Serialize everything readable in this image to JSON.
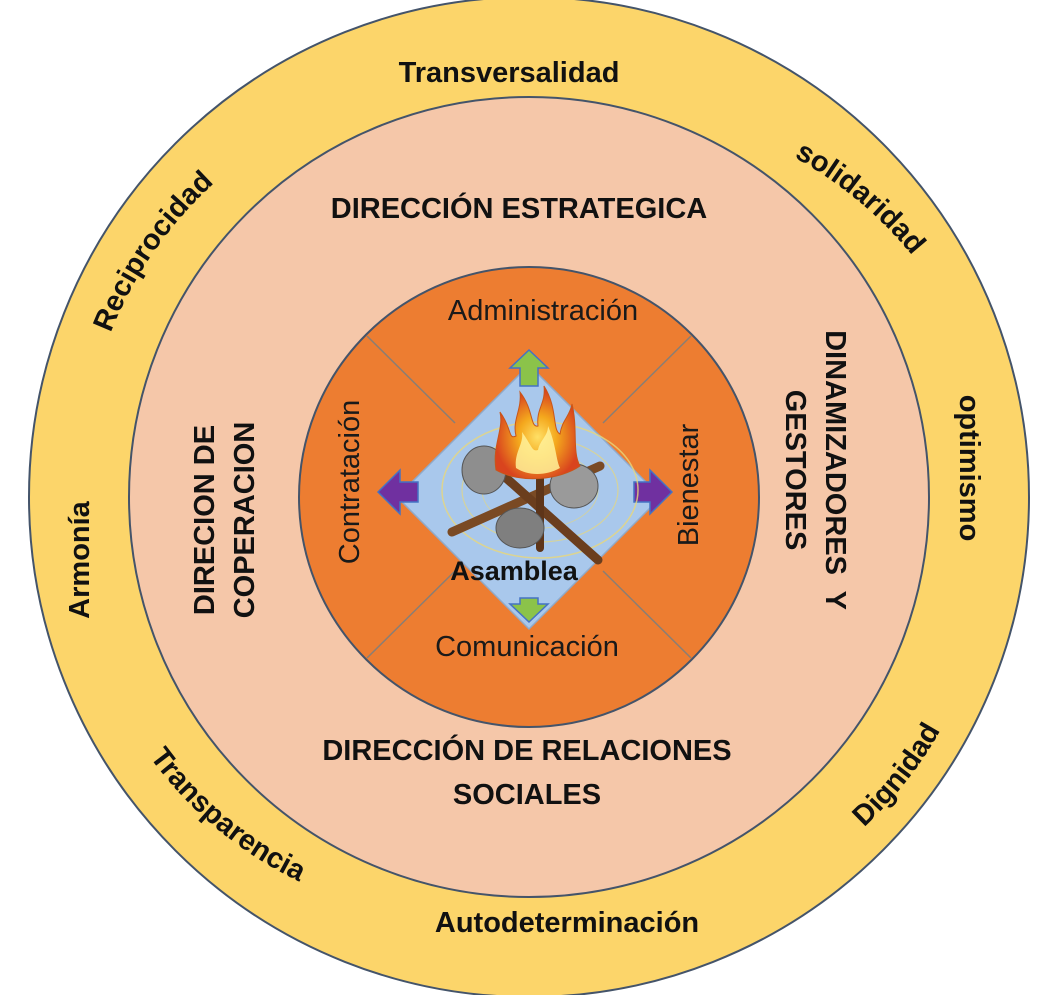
{
  "colors": {
    "outer_ring": "#FCD56A",
    "middle_ring": "#F5C7A9",
    "inner_circle": "#ED7D31",
    "diamond": "#A9C8EC",
    "ring_stroke": "#44546A",
    "arrow_green": "#8BC34A",
    "arrow_purple": "#7030A0"
  },
  "outer_values": {
    "top": "Transversalidad",
    "top_right": "solidaridad",
    "right": "optimismo",
    "bottom_right": "Dignidad",
    "bottom": "Autodeterminación",
    "bottom_left": "Transparencia",
    "left": "Armonía",
    "top_left": "Reciprocidad"
  },
  "directions": {
    "top": "DIRECCIÓN ESTRATEGICA",
    "left_line1": "DIRECION DE",
    "left_line2": "COPERACION",
    "right_line1": "DINAMIZADORES  Y",
    "right_line2": "GESTORES",
    "bottom_line1": "DIRECCIÓN DE RELACIONES",
    "bottom_line2": "SOCIALES"
  },
  "areas": {
    "top": "Administración",
    "left": "Contratación",
    "right": "Bienestar",
    "bottom": "Comunicación"
  },
  "center": {
    "label": "Asamblea",
    "icon": "campfire-icon"
  }
}
